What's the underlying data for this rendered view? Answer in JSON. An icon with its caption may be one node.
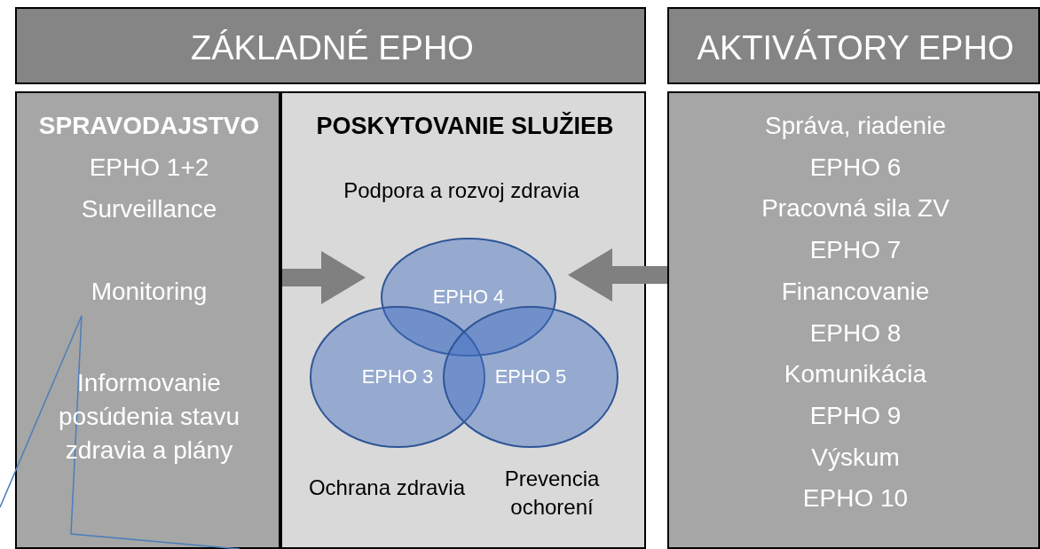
{
  "diagram": {
    "nodes": [
      {
        "text": [
          "ZÁKLADNÉ EPHO"
        ]
      },
      {
        "text": [
          "AKTIVÁTORY EPHO"
        ]
      },
      {
        "text": [
          "SPRAVODAJSTVO",
          "EPHO 1+2",
          "Surveillance",
          "Monitoring",
          "Informovanie posúdenia stavu zdravia a plány"
        ]
      },
      {
        "text": [
          "POSKYTOVANIE SLUŽIEB"
        ]
      },
      {
        "text": [
          "EPHO 4"
        ],
        "in": 3,
        "beside": [
          "Podpora a rozvoj zdravia"
        ]
      },
      {
        "text": [
          "EPHO 3"
        ],
        "in": 3,
        "beside": [
          "Ochrana zdravia"
        ]
      },
      {
        "text": [
          "EPHO 5"
        ],
        "in": 3,
        "beside": [
          "Prevencia ochorení"
        ]
      },
      {
        "text": [
          "Správa, riadenie",
          "EPHO 6",
          "Pracovná sila ZV",
          "EPHO 7",
          "Financovanie",
          "EPHO 8",
          "Komunikácia",
          "EPHO 9",
          "Výskum",
          "EPHO 10"
        ]
      }
    ],
    "edges": [
      {
        "from": 2,
        "to": 4,
        "arrow": "to"
      },
      {
        "from": 7,
        "to": 4,
        "arrow": "to"
      }
    ]
  }
}
